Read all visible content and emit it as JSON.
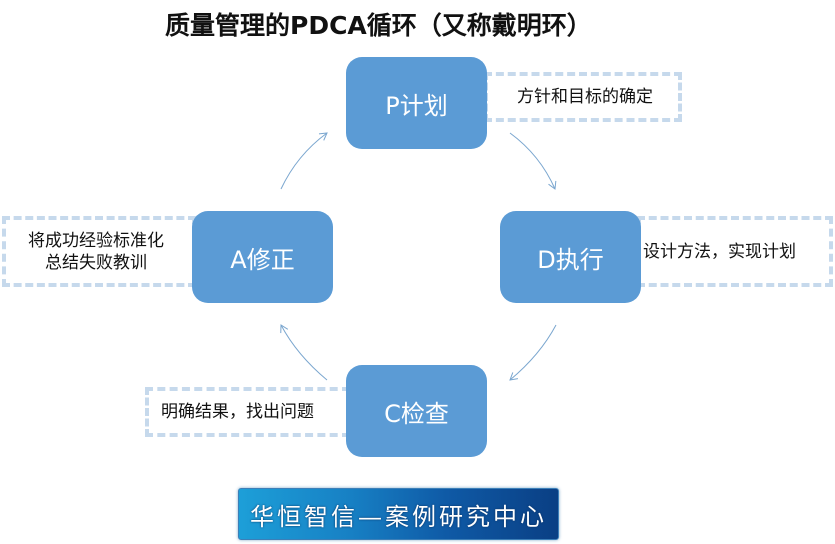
{
  "title": "质量管理的PDCA循环（又称戴明环）",
  "phases": {
    "plan": {
      "label": "P计划",
      "note": [
        "方针和目标的确定"
      ]
    },
    "do": {
      "label": "D执行",
      "note": [
        "设计方法，实现计划"
      ]
    },
    "check": {
      "label": "C检查",
      "note": [
        "明确结果，找出问题"
      ]
    },
    "act": {
      "label": "A修正",
      "note": [
        "将成功经验标准化",
        "总结失败教训"
      ]
    }
  },
  "cycle_order": [
    "P计划",
    "D执行",
    "C检查",
    "A修正"
  ],
  "banner": "华恒智信—案例研究中心",
  "colors": {
    "phase_fill": "#5b9bd5",
    "note_border": "#c6d9ec",
    "arrow": "#7aa6cf"
  }
}
